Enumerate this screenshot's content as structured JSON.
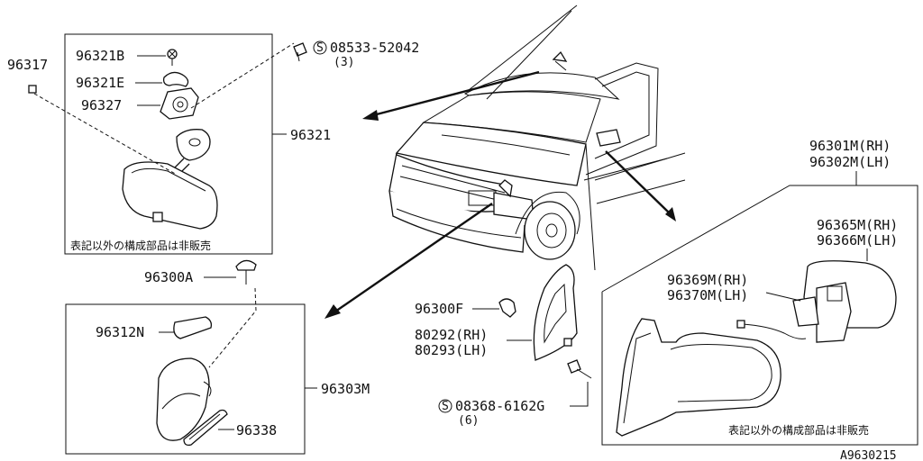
{
  "labels": {
    "p96317": "96317",
    "p96321B": "96321B",
    "p96321E": "96321E",
    "p96327": "96327",
    "p96321": "96321",
    "bolt_08533": "08533-52042",
    "bolt_08533_qty": "(3)",
    "p96300A": "96300A",
    "p96312N": "96312N",
    "p96303M": "96303M",
    "p96338": "96338",
    "p96300F": "96300F",
    "p80292": "80292(RH)",
    "p80293": "80293(LH)",
    "bolt_08368": "08368-6162G",
    "bolt_08368_qty": "(6)",
    "p96301M": "96301M(RH)",
    "p96302M": "96302M(LH)",
    "p96365M": "96365M(RH)",
    "p96366M": "96366M(LH)",
    "p96369M": "96369M(RH)",
    "p96370M": "96370M(LH)",
    "note_left": "表記以外の構成部品は非販売",
    "note_right": "表記以外の構成部品は非販売",
    "figure_code": "A9630215",
    "s_mark": "S"
  }
}
